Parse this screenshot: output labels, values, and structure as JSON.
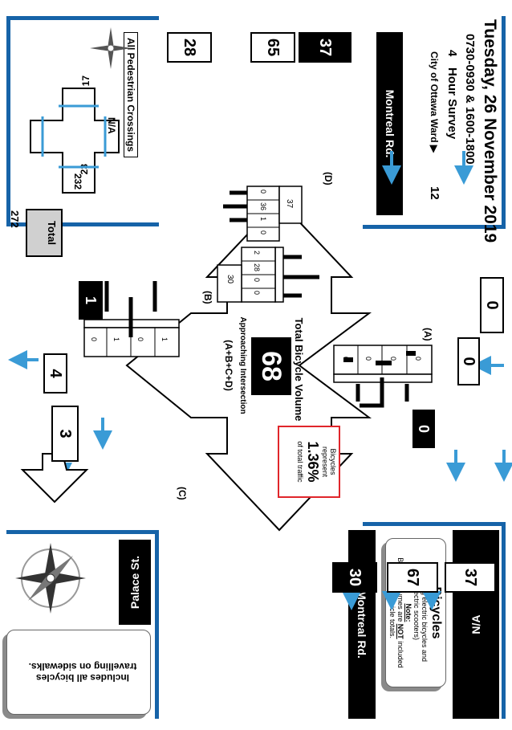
{
  "header": {
    "date": "Tuesday, 26 November 2019",
    "times": "0730-0930 & 1600-1800",
    "survey_hours": "4",
    "survey_label": "Hour Survey",
    "ward_label": "City of Ottawa Ward ▶",
    "ward_number": "12"
  },
  "streets": {
    "top_right": "Montreal Rd.",
    "bottom_left": "Montreal Rd.",
    "top_left": "N/A",
    "bottom_right": "Palace St."
  },
  "legend": {
    "title": "Bicycles",
    "line1": "(Including electric bicycles and",
    "line2": "electric scooters)",
    "note_label": "Note:",
    "note_pre": "Bicycle volumes are ",
    "note_not": "NOT",
    "note_post": " included",
    "note_line2": "in vehicle totals."
  },
  "sidewalk_note": {
    "line1": "Includes all bicycles",
    "line2": "travelling on sidewalks."
  },
  "center": {
    "title": "Total Bicycle Volume",
    "total": "68",
    "sub1": "Approaching Intersection",
    "sub2": "(A+B+C+D)"
  },
  "percent": {
    "line1": "Bicycles",
    "line2": "represent",
    "value": "1.36%",
    "line3": "of total traffic"
  },
  "approach_labels": {
    "A": "(A)",
    "B": "(B)",
    "C": "(C)",
    "D": "(D)"
  },
  "approach_counts": {
    "A": {
      "left": "0",
      "through": "0",
      "right": "0",
      "uturn": "0",
      "total": "0",
      "exit": "0",
      "two_way": "0"
    },
    "B": {
      "left": "2",
      "through": "28",
      "right": "0",
      "uturn": "0",
      "total": "30",
      "exit": "37",
      "two_way": "67",
      "approach": "30"
    },
    "C": {
      "left": "1",
      "through": "0",
      "right": "1",
      "uturn": "0",
      "total": "1",
      "exit": "3",
      "two_way": "4"
    },
    "D": {
      "left": "0",
      "through": "36",
      "right": "1",
      "uturn": "0",
      "total": "37",
      "exit": "28",
      "two_way": "65",
      "approach": "37"
    }
  },
  "pedestrians": {
    "title": "All Pedestrian Crossings",
    "north": "N/A",
    "west": "17",
    "east": "232",
    "south": "23",
    "total_label": "Total",
    "total": "272"
  },
  "colors": {
    "accent_blue": "#1663a8",
    "arrow_blue": "#3a9bd6",
    "red_border": "#e0262b",
    "dark": "#000000"
  },
  "icons": [
    "compass-rose-icon",
    "compass-small-icon",
    "one-way-arrow-icon"
  ]
}
